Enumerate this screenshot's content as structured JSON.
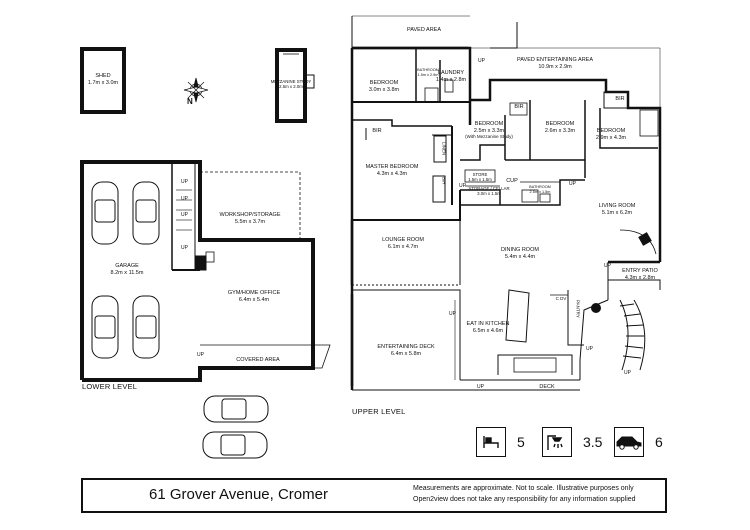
{
  "address": "61 Grover Avenue, Cromer",
  "disclaimer": {
    "line1": "Measurements are approximate. Not to scale. Illustrative purposes only",
    "line2": "Open2view does not take any responsibility for any information supplied"
  },
  "stats": {
    "bedrooms": "5",
    "bathrooms": "3.5",
    "car_spaces": "6"
  },
  "levels": {
    "lower": "LOWER LEVEL",
    "upper": "UPPER LEVEL"
  },
  "compass": "N",
  "up_label": "UP",
  "rooms": {
    "shed": {
      "name": "SHED",
      "dims": "1.7m x 3.0m"
    },
    "mezz": {
      "name": "MEZZANINE STUDY",
      "dims": "2.5m x 2.0m"
    },
    "garage": {
      "name": "GARAGE",
      "dims": "8.2m x 11.5m"
    },
    "workshop": {
      "name": "WORKSHOP/STORAGE",
      "dims": "5.5m x 3.7m"
    },
    "gym": {
      "name": "GYM/HOME OFFICE",
      "dims": "6.4m x 5.4m"
    },
    "covered": {
      "name": "COVERED AREA"
    },
    "paved": {
      "name": "PAVED AREA"
    },
    "paved_ent": {
      "name": "PAVED ENTERTAINING AREA",
      "dims": "10.9m x 2.9m"
    },
    "bed1": {
      "name": "BEDROOM",
      "dims": "3.0m x 3.8m"
    },
    "bathroom": {
      "name": "BATHROOM",
      "dims": "1.5m x 2.9m"
    },
    "laundry": {
      "name": "LAUNDRY",
      "dims": "1.4m x 2.8m"
    },
    "bed2": {
      "name": "BEDROOM",
      "dims": "2.5m x 3.3m",
      "note": "(With Mezzanine Study)"
    },
    "bed3": {
      "name": "BEDROOM",
      "dims": "2.6m x 3.3m"
    },
    "bed4": {
      "name": "BEDROOM",
      "dims": "2.9m x 4.3m"
    },
    "master": {
      "name": "MASTER BEDROOM",
      "dims": "4.3m x 4.3m"
    },
    "linen": {
      "name": "LINEN"
    },
    "store": {
      "name": "STORE",
      "dims": "1.5m x 1.5m"
    },
    "cellar": {
      "name": "STORAGE / CELLAR",
      "dims": "3.0m x 1.5m"
    },
    "bath2": {
      "name": "BATHROOM",
      "dims": "2.5m x 1.5m"
    },
    "cup": {
      "name": "CUP"
    },
    "living": {
      "name": "LIVING ROOM",
      "dims": "5.1m x 6.2m"
    },
    "lounge": {
      "name": "LOUNGE ROOM",
      "dims": "6.1m x 4.7m"
    },
    "dining": {
      "name": "DINING ROOM",
      "dims": "5.4m x 4.4m"
    },
    "entry": {
      "name": "ENTRY PATIO",
      "dims": "4.3m x 2.8m"
    },
    "deck_ent": {
      "name": "ENTERTAINING DECK",
      "dims": "6.4m x 5.8m"
    },
    "kitchen": {
      "name": "EAT IN KITCHEN",
      "dims": "6.5m x 4.6m"
    },
    "pantry": {
      "name": "PANTRY"
    },
    "deck": {
      "name": "DECK"
    },
    "bir": {
      "name": "BIR"
    },
    "cdv": {
      "name": "C DV"
    }
  }
}
